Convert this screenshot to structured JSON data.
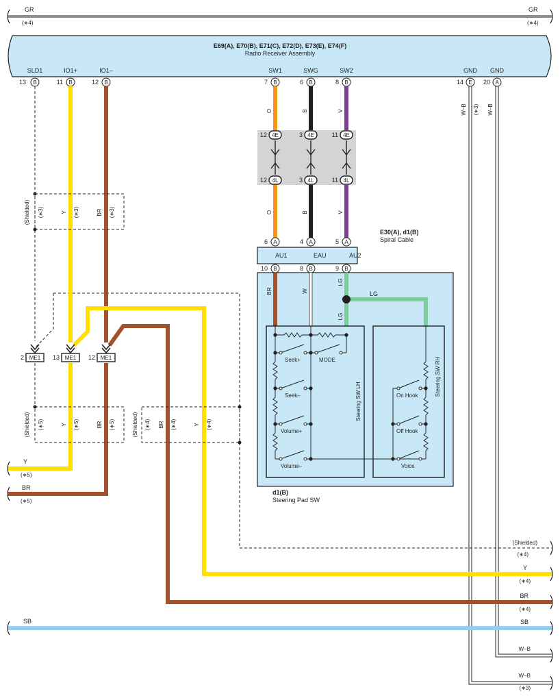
{
  "colors": {
    "gr": "#8e8e94",
    "orange": "#f7941d",
    "black": "#231f20",
    "violet": "#7b3f98",
    "yellow": "#ffde00",
    "brown": "#a0522d",
    "lightgreen": "#7ccf9a",
    "skyblue": "#8fd0f4",
    "component_fill": "#c8e8f8",
    "junction_fill": "#d4d4d4"
  },
  "top_bus": {
    "left_label": "GR",
    "right_label": "GR",
    "left_note": "(∗4)",
    "right_note": "(∗4)"
  },
  "radio": {
    "codes": "E69(A), E70(B), E71(C), E72(D), E73(E), E74(F)",
    "name": "Radio Receiver Assembly",
    "pins": [
      {
        "label": "SLD1",
        "num": "13",
        "conn": "B"
      },
      {
        "label": "IO1+",
        "num": "11",
        "conn": "B"
      },
      {
        "label": "IO1–",
        "num": "12",
        "conn": "B"
      },
      {
        "label": "SW1",
        "num": "7",
        "conn": "B"
      },
      {
        "label": "SWG",
        "num": "6",
        "conn": "B"
      },
      {
        "label": "SW2",
        "num": "8",
        "conn": "B"
      },
      {
        "label": "GND",
        "num": "14",
        "conn": "E"
      },
      {
        "label": "GND",
        "num": "20",
        "conn": "A"
      }
    ]
  },
  "junction": {
    "upper": [
      {
        "num": "12",
        "code": "4E"
      },
      {
        "num": "3",
        "code": "4E"
      },
      {
        "num": "11",
        "code": "4E"
      }
    ],
    "lower": [
      {
        "num": "12",
        "code": "4L"
      },
      {
        "num": "3",
        "code": "4L"
      },
      {
        "num": "11",
        "code": "4L"
      }
    ]
  },
  "wire_labels": {
    "sw1_top": "O",
    "swg_top": "B",
    "sw2_top": "V",
    "sw1_bot": "O",
    "swg_bot": "B",
    "sw2_bot": "V",
    "gnd_a": "W–B",
    "gnd_a_note": "(∗3)",
    "gnd_b": "W–B"
  },
  "shield_top": {
    "shielded": "(Shielded)",
    "shielded_note": "(∗3)",
    "y": "Y",
    "y_note": "(∗3)",
    "br": "BR",
    "br_note": "(∗3)"
  },
  "spiral": {
    "codes": "E30(A), d1(B)",
    "name": "Spiral Cable",
    "top_pins": [
      {
        "num": "6",
        "conn": "A"
      },
      {
        "num": "4",
        "conn": "A"
      },
      {
        "num": "5",
        "conn": "A"
      }
    ],
    "signals": [
      "AU1",
      "EAU",
      "AU2"
    ],
    "bottom_pins": [
      {
        "num": "10",
        "conn": "B"
      },
      {
        "num": "8",
        "conn": "B"
      },
      {
        "num": "9",
        "conn": "B"
      }
    ]
  },
  "pad": {
    "code": "d1(B)",
    "name": "Steering Pad SW",
    "wire_br": "BR",
    "wire_w": "W",
    "wire_lg1": "LG",
    "wire_lg2": "LG",
    "wire_lg3": "LG",
    "lh_title": "Steering SW LH",
    "rh_title": "Steering SW RH",
    "lh_switches": [
      "Seek+",
      "MODE",
      "Seek–",
      "Volume+",
      "Volume–"
    ],
    "rh_switches": [
      "On Hook",
      "Off Hook",
      "Voice"
    ]
  },
  "me1": [
    {
      "num": "2",
      "code": "ME1"
    },
    {
      "num": "13",
      "code": "ME1"
    },
    {
      "num": "12",
      "code": "ME1"
    }
  ],
  "shield_mid_left": {
    "shielded": "(Shielded)",
    "shielded_note": "(∗5)",
    "y": "Y",
    "y_note": "(∗5)",
    "br": "BR",
    "br_note": "(∗5)"
  },
  "shield_mid_right": {
    "shielded": "(Shielded)",
    "shielded_note": "(∗4)",
    "br": "BR",
    "br_note": "(∗4)",
    "y": "Y",
    "y_note": "(∗4)"
  },
  "left_outputs": {
    "y": "Y",
    "y_note": "(∗5)",
    "br": "BR",
    "br_note": "(∗5)"
  },
  "right_outputs": [
    {
      "label": "(Shielded)",
      "note": "(∗4)"
    },
    {
      "label": "Y",
      "note": "(∗4)"
    },
    {
      "label": "BR",
      "note": "(∗4)"
    },
    {
      "label": "SB",
      "note": ""
    },
    {
      "label": "W–B",
      "note": ""
    },
    {
      "label": "W–B",
      "note": "(∗3)"
    }
  ],
  "sb_left": "SB"
}
